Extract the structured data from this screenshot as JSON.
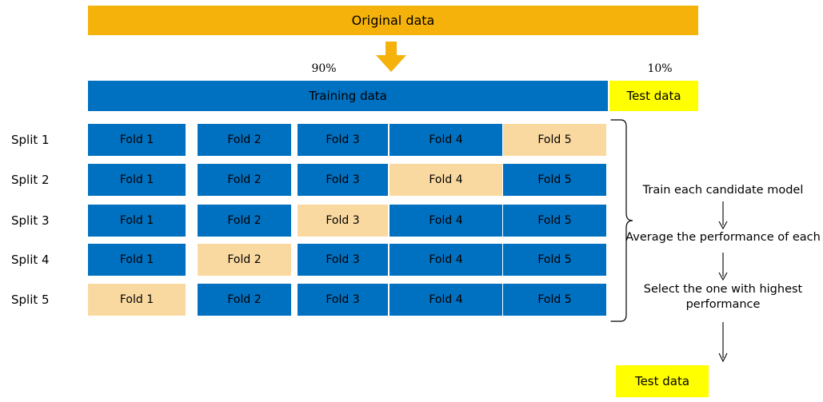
{
  "diagram": {
    "original": {
      "label": "Original data"
    },
    "split_row": {
      "training_label": "Training data",
      "test_label": "Test data",
      "training_pct": "90%",
      "test_pct": "10%"
    },
    "splits": [
      {
        "label": "Split 1",
        "folds": [
          {
            "label": "Fold 1",
            "state": "train"
          },
          {
            "label": "Fold 2",
            "state": "train"
          },
          {
            "label": "Fold 3",
            "state": "train"
          },
          {
            "label": "Fold 4",
            "state": "train"
          },
          {
            "label": "Fold 5",
            "state": "validation"
          }
        ]
      },
      {
        "label": "Split 2",
        "folds": [
          {
            "label": "Fold 1",
            "state": "train"
          },
          {
            "label": "Fold 2",
            "state": "train"
          },
          {
            "label": "Fold 3",
            "state": "train"
          },
          {
            "label": "Fold 4",
            "state": "validation"
          },
          {
            "label": "Fold 5",
            "state": "train"
          }
        ]
      },
      {
        "label": "Split 3",
        "folds": [
          {
            "label": "Fold 1",
            "state": "train"
          },
          {
            "label": "Fold 2",
            "state": "train"
          },
          {
            "label": "Fold 3",
            "state": "validation"
          },
          {
            "label": "Fold 4",
            "state": "train"
          },
          {
            "label": "Fold 5",
            "state": "train"
          }
        ]
      },
      {
        "label": "Split 4",
        "folds": [
          {
            "label": "Fold 1",
            "state": "train"
          },
          {
            "label": "Fold 2",
            "state": "validation"
          },
          {
            "label": "Fold 3",
            "state": "train"
          },
          {
            "label": "Fold 4",
            "state": "train"
          },
          {
            "label": "Fold 5",
            "state": "train"
          }
        ]
      },
      {
        "label": "Split 5",
        "folds": [
          {
            "label": "Fold 1",
            "state": "validation"
          },
          {
            "label": "Fold 2",
            "state": "train"
          },
          {
            "label": "Fold 3",
            "state": "train"
          },
          {
            "label": "Fold 4",
            "state": "train"
          },
          {
            "label": "Fold 5",
            "state": "train"
          }
        ]
      }
    ],
    "steps": [
      {
        "text": "Train each candidate model"
      },
      {
        "text": "Average the performance of each"
      },
      {
        "text": "Select the one with highest performance"
      }
    ],
    "final": {
      "label": "Test data"
    }
  },
  "colors": {
    "orange": "#F5B20A",
    "blue": "#0070C0",
    "yellow": "#FFFF00",
    "tan": "#FAD9A0",
    "line": "#000000"
  }
}
